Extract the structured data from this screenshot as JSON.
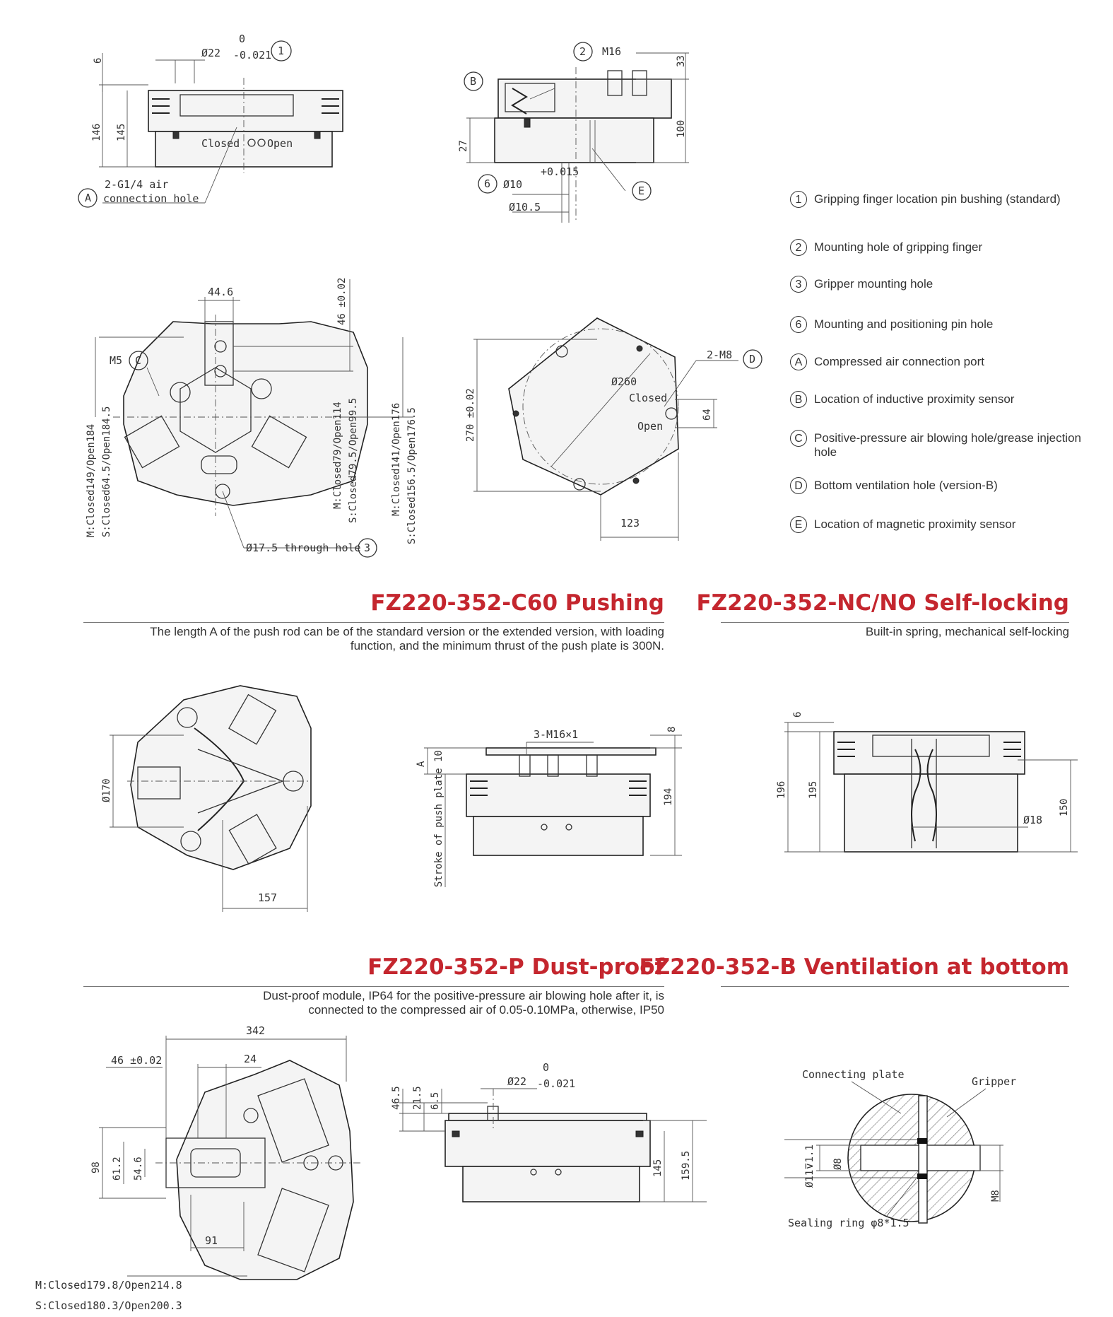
{
  "legend": [
    {
      "num": "1",
      "text": "Gripping finger location pin bushing (standard)"
    },
    {
      "num": "2",
      "text": "Mounting hole of gripping finger"
    },
    {
      "num": "3",
      "text": "Gripper mounting hole"
    },
    {
      "num": "6",
      "text": "Mounting and positioning pin hole"
    },
    {
      "num": "A",
      "text": "Compressed air connection port"
    },
    {
      "num": "B",
      "text": "Location of inductive proximity sensor"
    },
    {
      "num": "C",
      "text": "Positive-pressure air blowing hole/grease injection hole"
    },
    {
      "num": "D",
      "text": "Bottom ventilation hole (version-B)"
    },
    {
      "num": "E",
      "text": "Location of magnetic proximity sensor"
    }
  ],
  "sections": {
    "pushing": {
      "title": "FZ220-352-C60 Pushing",
      "desc_line1": "The length A of the push rod can be of the standard version or the extended version, with loading",
      "desc_line2": "function, and the minimum thrust of the push plate is 300N."
    },
    "selflock": {
      "title": "FZ220-352-NC/NO Self-locking",
      "desc_line1": "Built-in spring, mechanical self-locking"
    },
    "dustproof": {
      "title": "FZ220-352-P Dust-proof",
      "desc_line1": "Dust-proof module, IP64 for the positive-pressure air blowing hole after it, is",
      "desc_line2": "connected to the compressed air of 0.05-0.10MPa, otherwise, IP50"
    },
    "ventilation": {
      "title": "FZ220-352-B Ventilation at bottom"
    }
  },
  "drawing_labels": {
    "d22": "Ø22",
    "tol_0": "0",
    "tol_021": "-0.021",
    "m16": "M16",
    "dim_6": "6",
    "dim_146": "146",
    "dim_145": "145",
    "dim_33": "33",
    "dim_100": "100",
    "dim_27": "27",
    "closed": "Closed",
    "open": "Open",
    "air_hole_1": "2-G1/4 air",
    "air_hole_2": "connection hole",
    "d10": "Ø10",
    "tol_015": "+0.015",
    "d10_5": "Ø10.5",
    "dim_44_6": "44.6",
    "dim_46_tol": "46 ±0.02",
    "m5": "M5",
    "mc184": "M:Closed149/Open184",
    "sc184": "S:Closed64.5/Open184.5",
    "mc114": "M:Closed79/Open114",
    "sc99": "S:Closed79.5/Open99.5",
    "mc176": "M:Closed141/Open176",
    "sc176": "S:Closed156.5/Open176.5",
    "through_hole": "Ø17.5 through hole",
    "dim_270": "270 ±0.02",
    "d260": "Ø260",
    "m8_2": "2-M8",
    "dim_64": "64",
    "dim_123": "123",
    "d170": "Ø170",
    "dim_157": "157",
    "m16x1": "3-M16×1",
    "dim_8": "8",
    "dim_A": "A",
    "stroke": "Stroke of push plate 10",
    "dim_194": "194",
    "dim_6b": "6",
    "dim_196": "196",
    "dim_195": "195",
    "d18": "Ø18",
    "dim_150": "150",
    "dim_342": "342",
    "dim_46b": "46 ±0.02",
    "dim_24": "24",
    "dim_98": "98",
    "dim_61_2": "61.2",
    "dim_54_6": "54.6",
    "dim_91": "91",
    "mc214": "M:Closed179.8/Open214.8",
    "sc200": "S:Closed180.3/Open200.3",
    "dim_46_5": "46.5",
    "dim_21_5": "21.5",
    "dim_6_5": "6.5",
    "dim_145b": "145",
    "dim_159_5": "159.5",
    "connecting_plate": "Connecting plate",
    "gripper": "Gripper",
    "d11": "Ø11⊽1.1",
    "d8": "Ø8",
    "m8": "M8",
    "sealing": "Sealing ring φ8*1.5"
  }
}
